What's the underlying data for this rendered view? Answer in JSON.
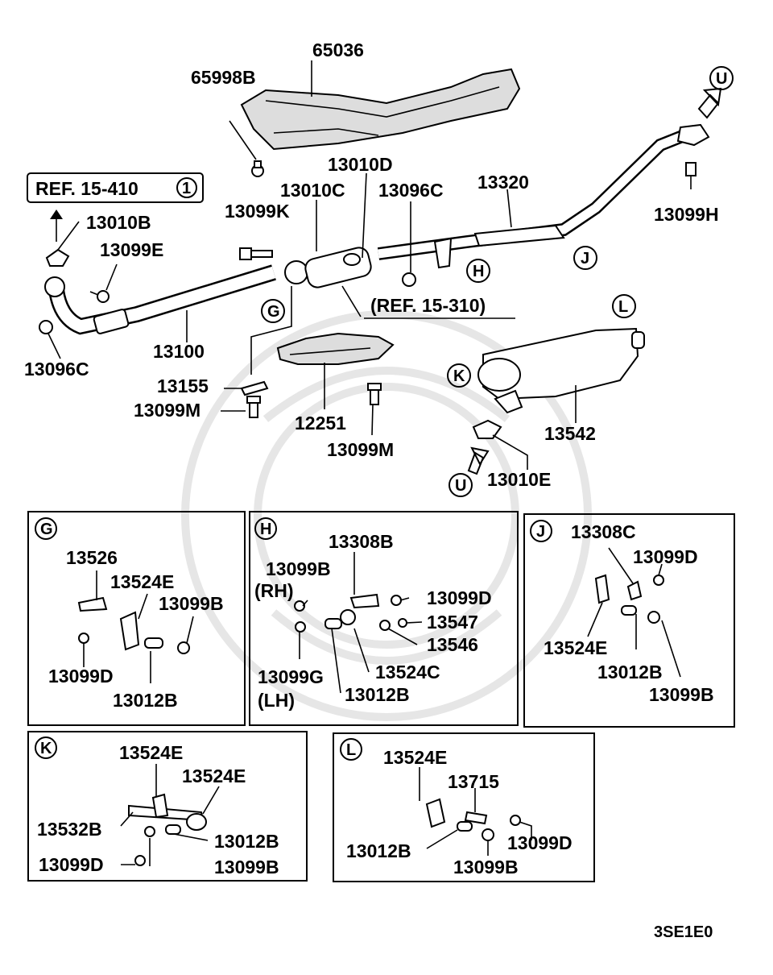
{
  "diagram": {
    "code": "3SE1E0",
    "refs": {
      "ref_15_410": "REF. 15-410",
      "ref_15_410_num": "1",
      "ref_15_310": "(REF. 15-310)"
    },
    "markers": {
      "U": "U",
      "G": "G",
      "H": "H",
      "J": "J",
      "K": "K",
      "L": "L"
    },
    "main": {
      "p65036": "65036",
      "p65998B": "65998B",
      "p13010D": "13010D",
      "p13010C": "13010C",
      "p13096C_top": "13096C",
      "p13320": "13320",
      "p13099H": "13099H",
      "p13010B": "13010B",
      "p13099K": "13099K",
      "p13099E": "13099E",
      "p13100": "13100",
      "p13096C_left": "13096C",
      "p13155": "13155",
      "p13099M_left": "13099M",
      "p12251": "12251",
      "p13099M_mid": "13099M",
      "p13542": "13542",
      "p13010E": "13010E"
    },
    "detail_G": {
      "p13526": "13526",
      "p13524E": "13524E",
      "p13099B": "13099B",
      "p13099D": "13099D",
      "p13012B": "13012B"
    },
    "detail_H": {
      "p13308B": "13308B",
      "p13099B": "13099B",
      "rh": "(RH)",
      "p13099D": "13099D",
      "p13547": "13547",
      "p13546": "13546",
      "p13099G": "13099G",
      "p13524C": "13524C",
      "lh": "(LH)",
      "p13012B": "13012B"
    },
    "detail_J": {
      "p13308C": "13308C",
      "p13099D": "13099D",
      "p13524E": "13524E",
      "p13012B": "13012B",
      "p13099B": "13099B"
    },
    "detail_K": {
      "p13524E_a": "13524E",
      "p13524E_b": "13524E",
      "p13532B": "13532B",
      "p13012B": "13012B",
      "p13099D": "13099D",
      "p13099B": "13099B"
    },
    "detail_L": {
      "p13524E": "13524E",
      "p13715": "13715",
      "p13012B": "13012B",
      "p13099D": "13099D",
      "p13099B": "13099B"
    }
  }
}
